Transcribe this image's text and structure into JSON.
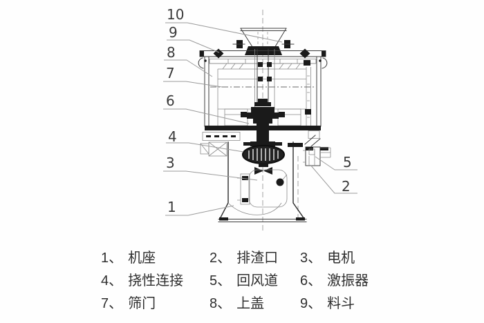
{
  "diagram": {
    "title_hint": "vibrating-sieve-sectional-drawing",
    "colors": {
      "line": "#3c3c3c",
      "dark_fill": "#1a1a1a",
      "leader_line": "#9b9b9b",
      "text": "#3a3a3a",
      "background": "#fefefe"
    },
    "callouts": [
      {
        "label": "10"
      },
      {
        "label": "9"
      },
      {
        "label": "8"
      },
      {
        "label": "7"
      },
      {
        "label": "6"
      },
      {
        "label": "4"
      },
      {
        "label": "3"
      },
      {
        "label": "1"
      },
      {
        "label": "5"
      },
      {
        "label": "2"
      }
    ]
  },
  "legend": {
    "items": [
      {
        "no": "1、",
        "name": "机座"
      },
      {
        "no": "2、",
        "name": "排渣口"
      },
      {
        "no": "3、",
        "name": "电机"
      },
      {
        "no": "4、",
        "name": "挠性连接"
      },
      {
        "no": "5、",
        "name": "回风道"
      },
      {
        "no": "6、",
        "name": "激振器"
      },
      {
        "no": "7、",
        "name": "筛门"
      },
      {
        "no": "8、",
        "name": "上盖"
      },
      {
        "no": "9、",
        "name": "料斗"
      }
    ]
  }
}
